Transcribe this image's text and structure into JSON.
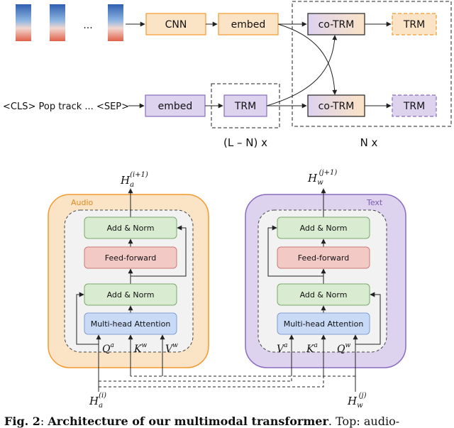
{
  "top": {
    "ellipsis": "...",
    "tokens": "<CLS> Pop track ... <SEP>",
    "cnn": "CNN",
    "embed_audio": "embed",
    "embed_text": "embed",
    "trm_text": "TRM",
    "cotrm_audio": "co-TRM",
    "cotrm_text": "co-TRM",
    "trm_audio_out": "TRM",
    "trm_text_out": "TRM",
    "label_ln": "(L – N) x",
    "label_n": "N x"
  },
  "audio_block": {
    "title": "Audio",
    "output": "H",
    "output_sub": "a",
    "output_sup": "(i+1)",
    "add_norm_top": "Add & Norm",
    "feed_forward": "Feed-forward",
    "add_norm_bottom": "Add & Norm",
    "attention": "Multi-head Attention",
    "q": "Q",
    "q_sup": "a",
    "k": "K",
    "k_sup": "w",
    "v": "V",
    "v_sup": "w",
    "input": "H",
    "input_sub": "a",
    "input_sup": "(i)"
  },
  "text_block": {
    "title": "Text",
    "output": "H",
    "output_sub": "w",
    "output_sup": "(j+1)",
    "add_norm_top": "Add & Norm",
    "feed_forward": "Feed-forward",
    "add_norm_bottom": "Add & Norm",
    "attention": "Multi-head Attention",
    "v": "V",
    "v_sup": "a",
    "k": "K",
    "k_sup": "a",
    "q": "Q",
    "q_sup": "w",
    "input": "H",
    "input_sub": "w",
    "input_sup": "(j)"
  },
  "caption": {
    "prefix": "Fig. 2",
    "colon": ": ",
    "title": "Architecture of our multimodal transformer",
    "rest": ". Top: audio-"
  },
  "colors": {
    "audio_fill": "#fbe3c6",
    "audio_stroke": "#f29a2e",
    "text_fill": "#ddd3ee",
    "text_stroke": "#8a6cc0",
    "green_fill": "#d9ecd2",
    "green_stroke": "#78a96a",
    "red_fill": "#f3c9c6",
    "red_stroke": "#c97a74",
    "blue_fill": "#c9daf6",
    "blue_stroke": "#7f9fd4"
  }
}
